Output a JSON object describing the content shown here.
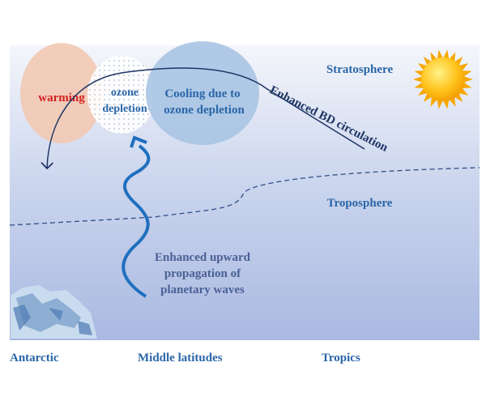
{
  "regions": {
    "stratosphere": "Stratosphere",
    "troposphere": "Troposphere"
  },
  "bubbles": {
    "warming": "warming",
    "ozone_depletion": [
      "ozone",
      "depletion"
    ],
    "cooling": [
      "Cooling due to",
      "ozone depletion"
    ]
  },
  "arrows": {
    "bd_circulation": "Enhanced BD circulation",
    "waves": [
      "Enhanced upward",
      "propagation of",
      "planetary waves"
    ]
  },
  "latitudes": [
    "Antarctic",
    "Middle latitudes",
    "Tropics"
  ],
  "colors": {
    "text_blue": "#2a66a8",
    "warming": "#d42020",
    "dark_navy": "#1d3563",
    "wave": "#1f6fbf"
  }
}
